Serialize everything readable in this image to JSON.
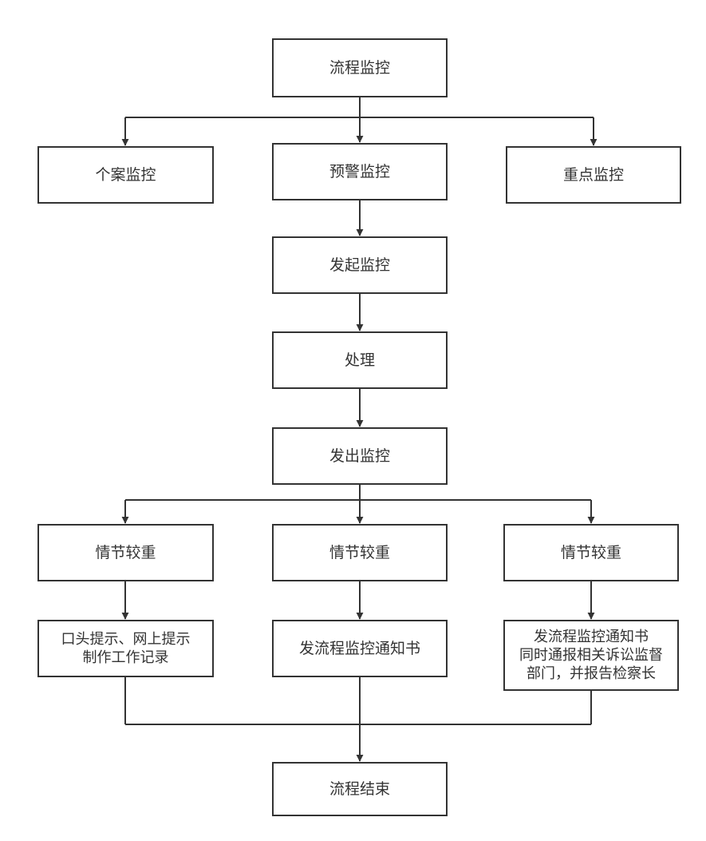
{
  "diagram": {
    "nodes": {
      "flow_monitor": "流程监控",
      "case_monitor": "个案监控",
      "warning_monitor": "预警监控",
      "key_monitor": "重点监控",
      "initiate_monitor": "发起监控",
      "process": "处理",
      "issue_monitor": "发出监控",
      "severity_left": "情节较重",
      "severity_center": "情节较重",
      "severity_right": "情节较重",
      "action_left": "口头提示、网上提示\n制作工作记录",
      "action_center": "发流程监控通知书",
      "action_right": "发流程监控通知书\n同时通报相关诉讼监督\n部门，并报告检察长",
      "flow_end": "流程结束"
    },
    "colors": {
      "line": "#333333",
      "text": "#333333",
      "box_fill": "#ffffff"
    }
  }
}
